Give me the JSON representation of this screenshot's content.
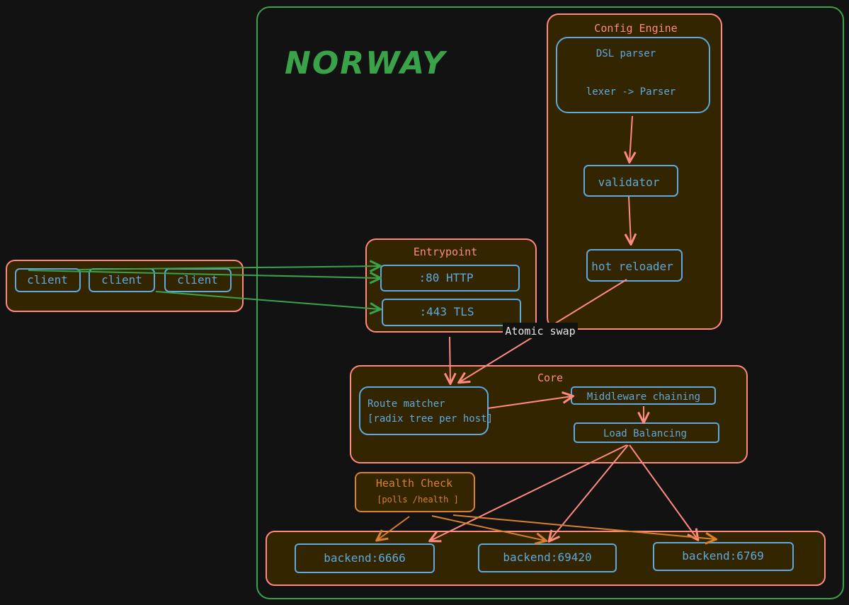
{
  "title": "NORWAY",
  "clients": [
    "client",
    "client",
    "client"
  ],
  "entrypoint": {
    "title": "Entrypoint",
    "http": ":80 HTTP",
    "tls": ":443 TLS"
  },
  "config_engine": {
    "title": "Config Engine",
    "dsl_title": "DSL parser",
    "dsl_sub": "lexer -> Parser",
    "validator": "validator",
    "reloader": "hot reloader"
  },
  "atomic_swap": "Atomic swap",
  "core": {
    "title": "Core",
    "route_line1": "Route matcher",
    "route_line2": "[radix tree per host]",
    "middleware": "Middleware chaining",
    "load_balancing": "Load Balancing"
  },
  "health_check": {
    "title": "Health Check",
    "sub": "[polls /health ]"
  },
  "backends": [
    "backend:6666",
    "backend:69420",
    "backend:6769"
  ],
  "colors": {
    "green": "#3aa34a",
    "salmon": "#ff8a80",
    "blue": "#5fa8e0",
    "orange": "#d9822b",
    "fill": "#332500"
  }
}
